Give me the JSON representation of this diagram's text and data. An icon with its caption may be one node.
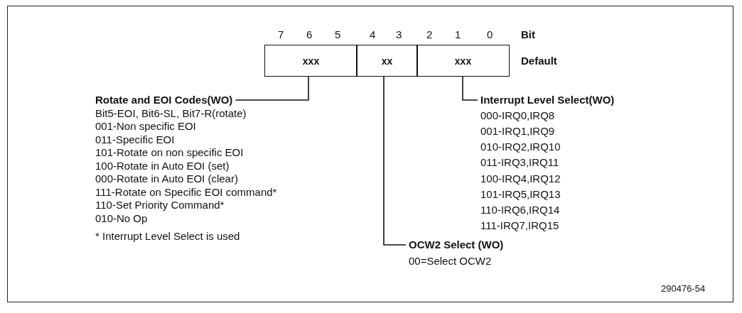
{
  "diagram": {
    "nodes": [
      {
        "text": [
          "xxx"
        ]
      },
      {
        "text": [
          "xx"
        ]
      },
      {
        "text": [
          "xxx"
        ]
      },
      {
        "text": [
          "Rotate and EOI Codes(WO)"
        ],
        "beside": [
          "Bit5-EOI, Bit6-SL, Bit7-R(rotate)",
          "001-Non specific EOI",
          "011-Specific EOI",
          "101-Rotate on non specific EOI",
          "100-Rotate in Auto EOI (set)",
          "000-Rotate in Auto EOI (clear)",
          "111-Rotate on Specific EOI command*",
          "110-Set Priority Command*",
          "010-No Op"
        ]
      },
      {
        "text": [
          "Interrupt Level Select(WO)"
        ],
        "beside": [
          "000-IRQ0,IRQ8",
          "001-IRQ1,IRQ9",
          "010-IRQ2,IRQ10",
          "011-IRQ3,IRQ11",
          "100-IRQ4,IRQ12",
          "101-IRQ5,IRQ13",
          "110-IRQ6,IRQ14",
          "111-IRQ7,IRQ15"
        ]
      },
      {
        "text": [
          "OCW2 Select (WO)"
        ],
        "beside": [
          "00=Select OCW2"
        ]
      }
    ],
    "edges": [
      {
        "from": 0,
        "to": 3,
        "arrow": "none"
      },
      {
        "from": 2,
        "to": 4,
        "arrow": "none"
      },
      {
        "from": 1,
        "to": 5,
        "arrow": "none"
      }
    ],
    "labels": [
      "7",
      "6",
      "5",
      "4",
      "3",
      "2",
      "1",
      "0",
      "Bit",
      "Default",
      "* Interrupt Level Select is used",
      "290476-54"
    ]
  }
}
